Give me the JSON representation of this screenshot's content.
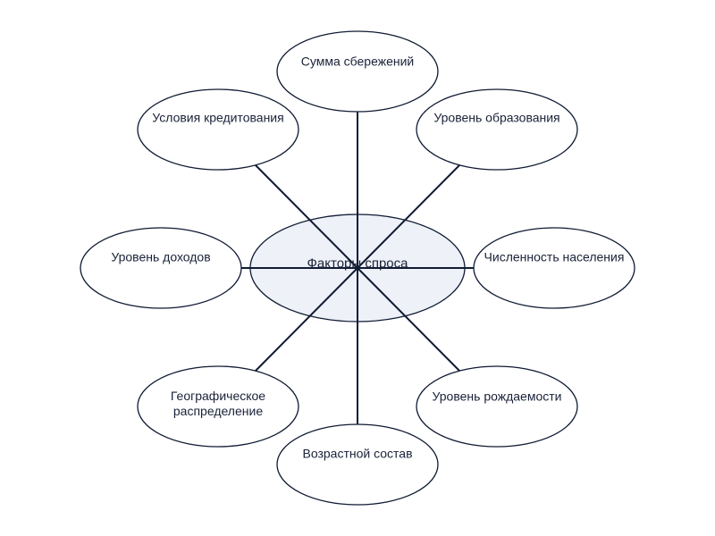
{
  "diagram": {
    "type": "radial-mind-map",
    "colors": {
      "stroke": "#0f1a33",
      "center_fill": "#eef1f8",
      "node_fill": "#ffffff",
      "text": "#1a2238"
    },
    "center": {
      "label": "Факторы спроса"
    },
    "nodes": {
      "savings": {
        "label": "Сумма сбережений"
      },
      "credit": {
        "label": "Условия кредитования"
      },
      "education": {
        "label": "Уровень образования"
      },
      "income": {
        "label": "Уровень доходов"
      },
      "population": {
        "label": "Численность населения"
      },
      "geography": {
        "label": "Географическое\nраспределение"
      },
      "birthrate": {
        "label": "Уровень рождаемости"
      },
      "age": {
        "label": "Возрастной состав"
      }
    }
  }
}
